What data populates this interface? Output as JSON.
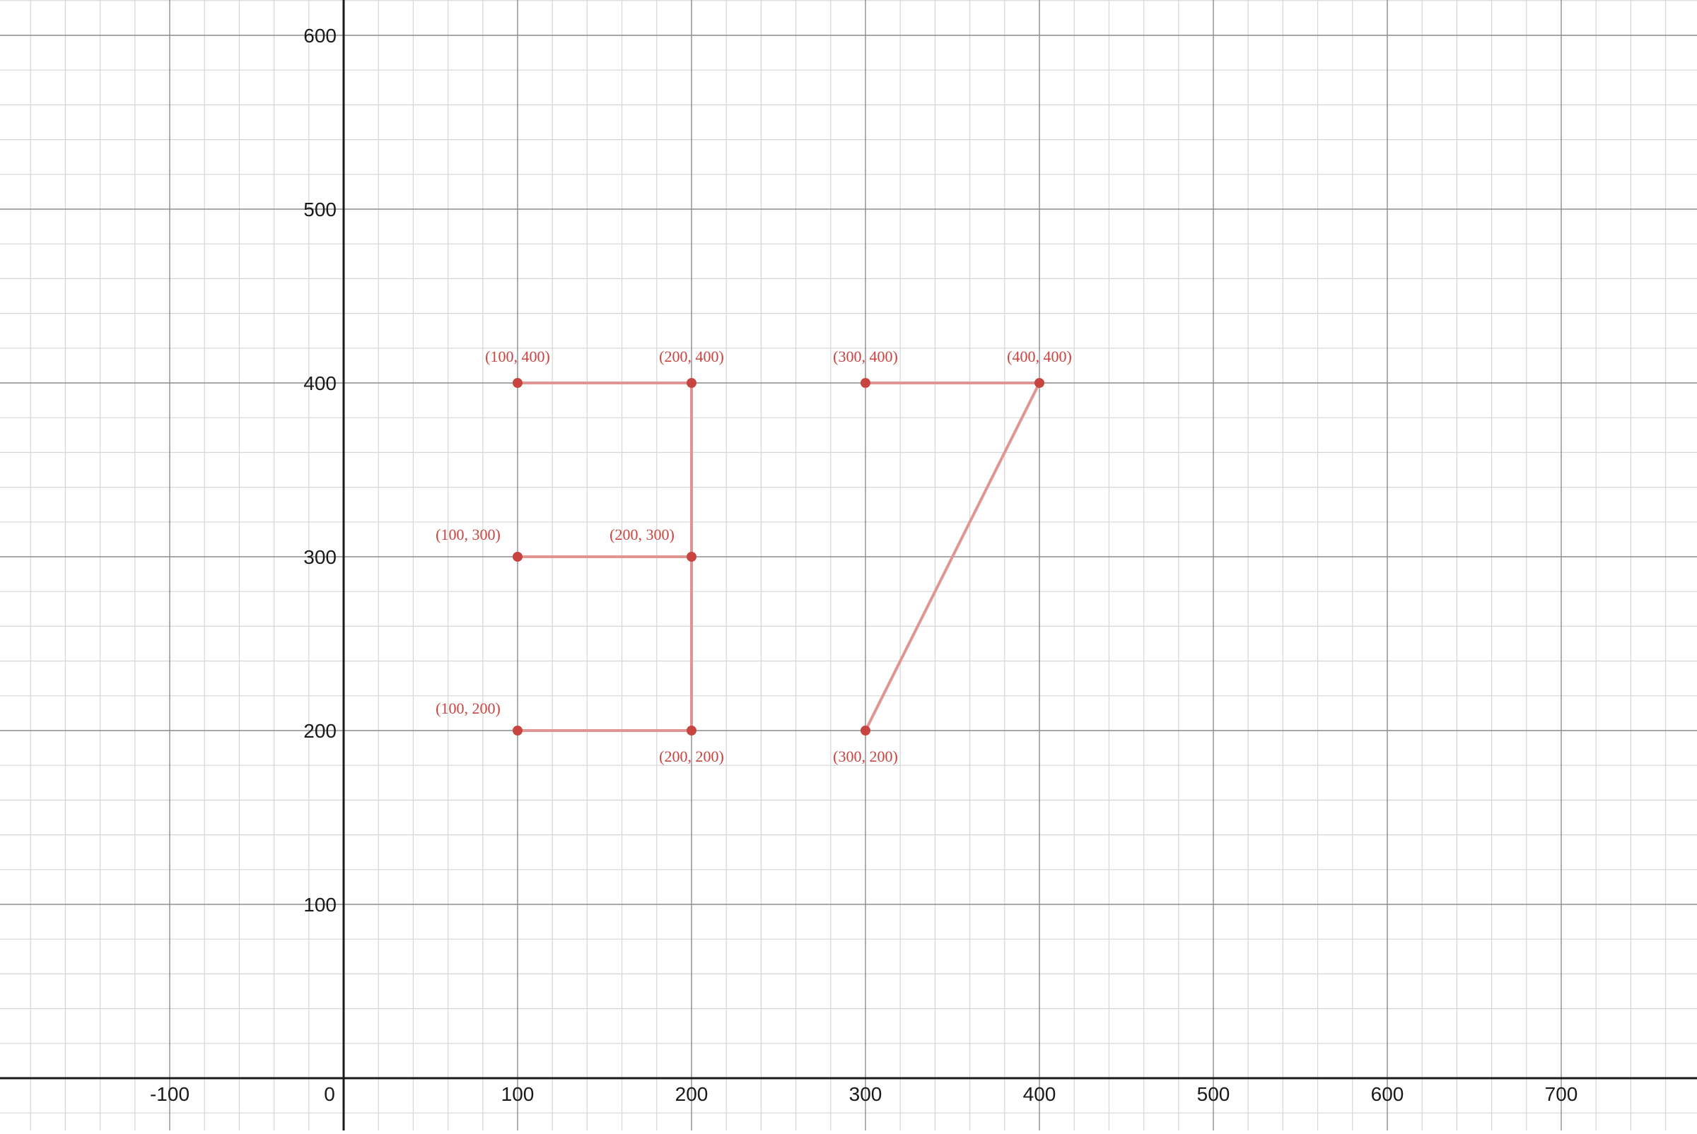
{
  "chart_data": {
    "type": "scatter",
    "grid": true,
    "x_range": [
      -200,
      775
    ],
    "y_range": [
      -30,
      620
    ],
    "x_ticks": [
      "-100",
      "0",
      "100",
      "200",
      "300",
      "400",
      "500",
      "600",
      "700"
    ],
    "x_tick_values": [
      -100,
      0,
      100,
      200,
      300,
      400,
      500,
      600,
      700
    ],
    "y_ticks": [
      "100",
      "200",
      "300",
      "400",
      "500",
      "600"
    ],
    "y_tick_values": [
      100,
      200,
      300,
      400,
      500,
      600
    ],
    "points": [
      {
        "x": 100,
        "y": 400,
        "label": "(100, 400)",
        "label_pos": "above"
      },
      {
        "x": 200,
        "y": 400,
        "label": "(200, 400)",
        "label_pos": "above"
      },
      {
        "x": 300,
        "y": 400,
        "label": "(300, 400)",
        "label_pos": "above"
      },
      {
        "x": 400,
        "y": 400,
        "label": "(400, 400)",
        "label_pos": "above"
      },
      {
        "x": 100,
        "y": 300,
        "label": "(100, 300)",
        "label_pos": "above-left"
      },
      {
        "x": 200,
        "y": 300,
        "label": "(200, 300)",
        "label_pos": "above-left"
      },
      {
        "x": 100,
        "y": 200,
        "label": "(100, 200)",
        "label_pos": "above-left"
      },
      {
        "x": 200,
        "y": 200,
        "label": "(200, 200)",
        "label_pos": "below"
      },
      {
        "x": 300,
        "y": 200,
        "label": "(300, 200)",
        "label_pos": "below"
      }
    ],
    "segments": [
      {
        "from": [
          100,
          400
        ],
        "to": [
          200,
          400
        ]
      },
      {
        "from": [
          200,
          400
        ],
        "to": [
          200,
          200
        ]
      },
      {
        "from": [
          100,
          300
        ],
        "to": [
          200,
          300
        ]
      },
      {
        "from": [
          100,
          200
        ],
        "to": [
          200,
          200
        ]
      },
      {
        "from": [
          300,
          400
        ],
        "to": [
          400,
          400
        ]
      },
      {
        "from": [
          400,
          400
        ],
        "to": [
          300,
          200
        ]
      }
    ]
  },
  "colors": {
    "point": "#c74440",
    "segment": "#e09593",
    "label": "#c74440",
    "major_grid": "#8c8c8c",
    "minor_grid": "#d6d6d6",
    "axis": "#1a1a1a",
    "tick_label": "#1a1a1a"
  }
}
